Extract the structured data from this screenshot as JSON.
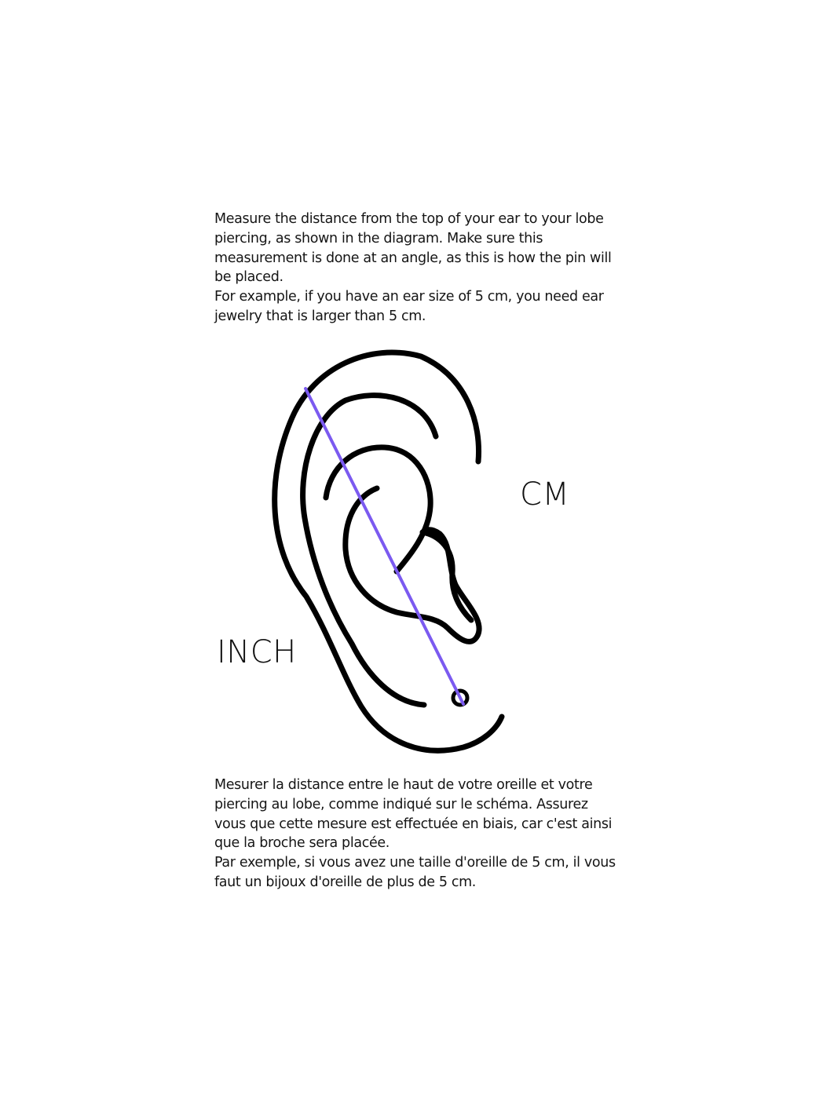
{
  "instructions_en": {
    "paragraph1": "Measure the distance from the top of your ear to your lobe piercing, as shown in the diagram. Make sure this measurement is done at an angle, as this is how the pin will be placed.",
    "paragraph2": "For example, if you have an ear size of 5 cm, you need ear jewelry that is larger than 5 cm."
  },
  "instructions_fr": {
    "paragraph1": "Mesurer la distance entre le haut de votre oreille et votre piercing au lobe, comme indiqué sur le schéma. Assurez vous que cette mesure est effectuée en biais, car c'est ainsi que la broche sera placée.",
    "paragraph2": "Par exemple, si vous avez une taille d'oreille de 5 cm, il vous faut un bijoux d'oreille de plus de 5 cm."
  },
  "diagram": {
    "unit_label_cm": "CM",
    "unit_label_inch": "INCH",
    "outline_color": "#000000",
    "measurement_line_color": "#7B5AF0"
  }
}
